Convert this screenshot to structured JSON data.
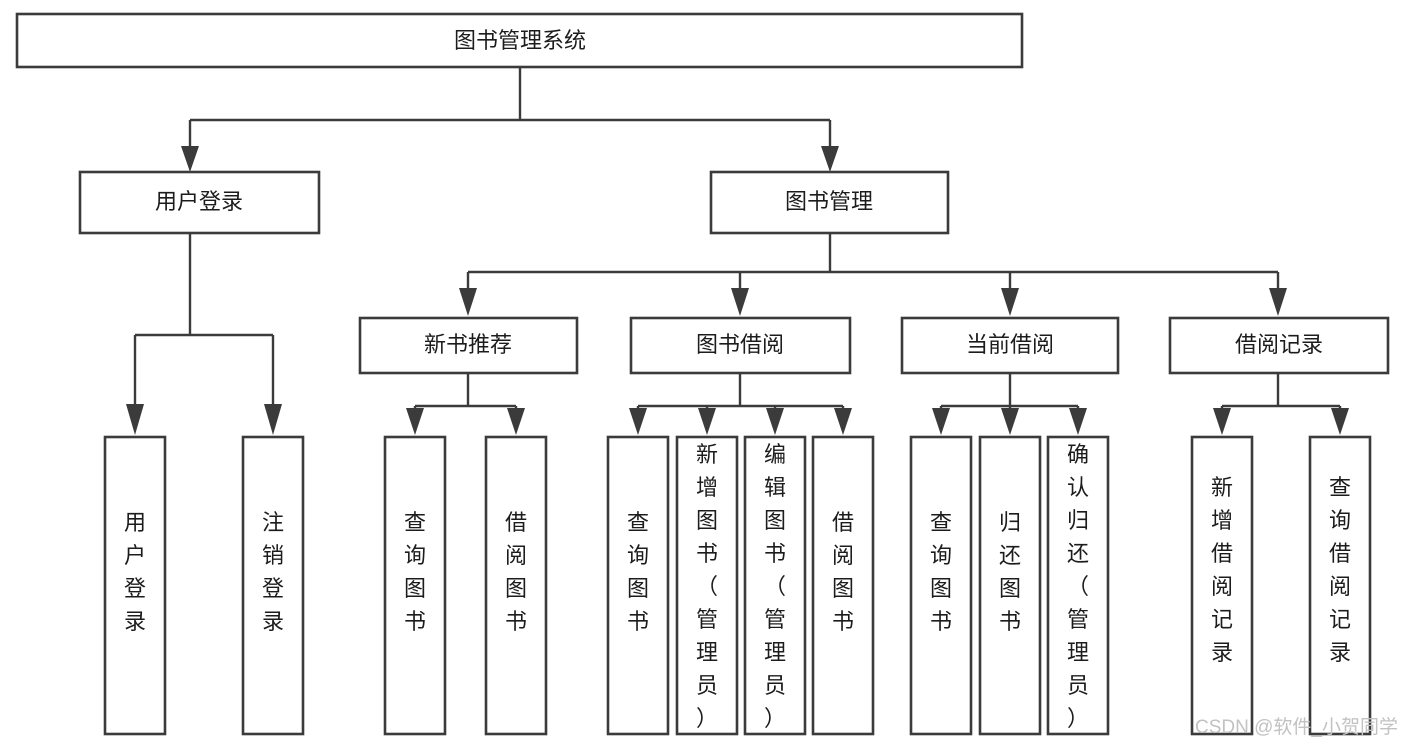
{
  "diagram": {
    "type": "hierarchy-tree",
    "title": "图书管理系统",
    "orientation": "top-down",
    "colors": {
      "box_stroke": "#3b3b3b",
      "box_fill": "#ffffff",
      "connector": "#3b3b3b",
      "text": "#1c1c1c",
      "watermark": "#c2c2c2",
      "background": "#ffffff"
    },
    "levels": {
      "root": "图书管理系统",
      "level2": [
        "用户登录",
        "图书管理"
      ],
      "level3": [
        "新书推荐",
        "图书借阅",
        "当前借阅",
        "借阅记录"
      ]
    },
    "nodes": {
      "root": {
        "label": "图书管理系统",
        "orientation": "horizontal"
      },
      "user_login": {
        "label": "用户登录",
        "orientation": "horizontal"
      },
      "book_manage": {
        "label": "图书管理",
        "orientation": "horizontal"
      },
      "new_book_rec": {
        "label": "新书推荐",
        "orientation": "horizontal"
      },
      "book_borrow": {
        "label": "图书借阅",
        "orientation": "horizontal"
      },
      "current_borrow": {
        "label": "当前借阅",
        "orientation": "horizontal"
      },
      "borrow_record": {
        "label": "借阅记录",
        "orientation": "horizontal"
      },
      "leaf_user_login": {
        "label": "用户登录",
        "orientation": "vertical"
      },
      "leaf_logout": {
        "label": "注销登录",
        "orientation": "vertical"
      },
      "leaf_query_book_1": {
        "label": "查询图书",
        "orientation": "vertical"
      },
      "leaf_borrow_book_1": {
        "label": "借阅图书",
        "orientation": "vertical"
      },
      "leaf_query_book_2": {
        "label": "查询图书",
        "orientation": "vertical"
      },
      "leaf_add_book": {
        "label": "新增图书（管理员）",
        "orientation": "vertical"
      },
      "leaf_edit_book": {
        "label": "编辑图书（管理员）",
        "orientation": "vertical"
      },
      "leaf_borrow_book_2": {
        "label": "借阅图书",
        "orientation": "vertical"
      },
      "leaf_query_book_3": {
        "label": "查询图书",
        "orientation": "vertical"
      },
      "leaf_return_book": {
        "label": "归还图书",
        "orientation": "vertical"
      },
      "leaf_confirm_return": {
        "label": "确认归还（管理员）",
        "orientation": "vertical"
      },
      "leaf_add_record": {
        "label": "新增借阅记录",
        "orientation": "vertical"
      },
      "leaf_query_record": {
        "label": "查询借阅记录",
        "orientation": "vertical"
      }
    },
    "edges": [
      {
        "from": "图书管理系统",
        "to": "用户登录"
      },
      {
        "from": "图书管理系统",
        "to": "图书管理"
      },
      {
        "from": "用户登录",
        "to": "用户登录"
      },
      {
        "from": "用户登录",
        "to": "注销登录"
      },
      {
        "from": "图书管理",
        "to": "新书推荐"
      },
      {
        "from": "图书管理",
        "to": "图书借阅"
      },
      {
        "from": "图书管理",
        "to": "当前借阅"
      },
      {
        "from": "图书管理",
        "to": "借阅记录"
      },
      {
        "from": "新书推荐",
        "to": "查询图书"
      },
      {
        "from": "新书推荐",
        "to": "借阅图书"
      },
      {
        "from": "图书借阅",
        "to": "查询图书"
      },
      {
        "from": "图书借阅",
        "to": "新增图书（管理员）"
      },
      {
        "from": "图书借阅",
        "to": "编辑图书（管理员）"
      },
      {
        "from": "图书借阅",
        "to": "借阅图书"
      },
      {
        "from": "当前借阅",
        "to": "查询图书"
      },
      {
        "from": "当前借阅",
        "to": "归还图书"
      },
      {
        "from": "当前借阅",
        "to": "确认归还（管理员）"
      },
      {
        "from": "借阅记录",
        "to": "新增借阅记录"
      },
      {
        "from": "借阅记录",
        "to": "查询借阅记录"
      }
    ]
  },
  "watermark": {
    "text": "CSDN @软件_小贺同学"
  }
}
